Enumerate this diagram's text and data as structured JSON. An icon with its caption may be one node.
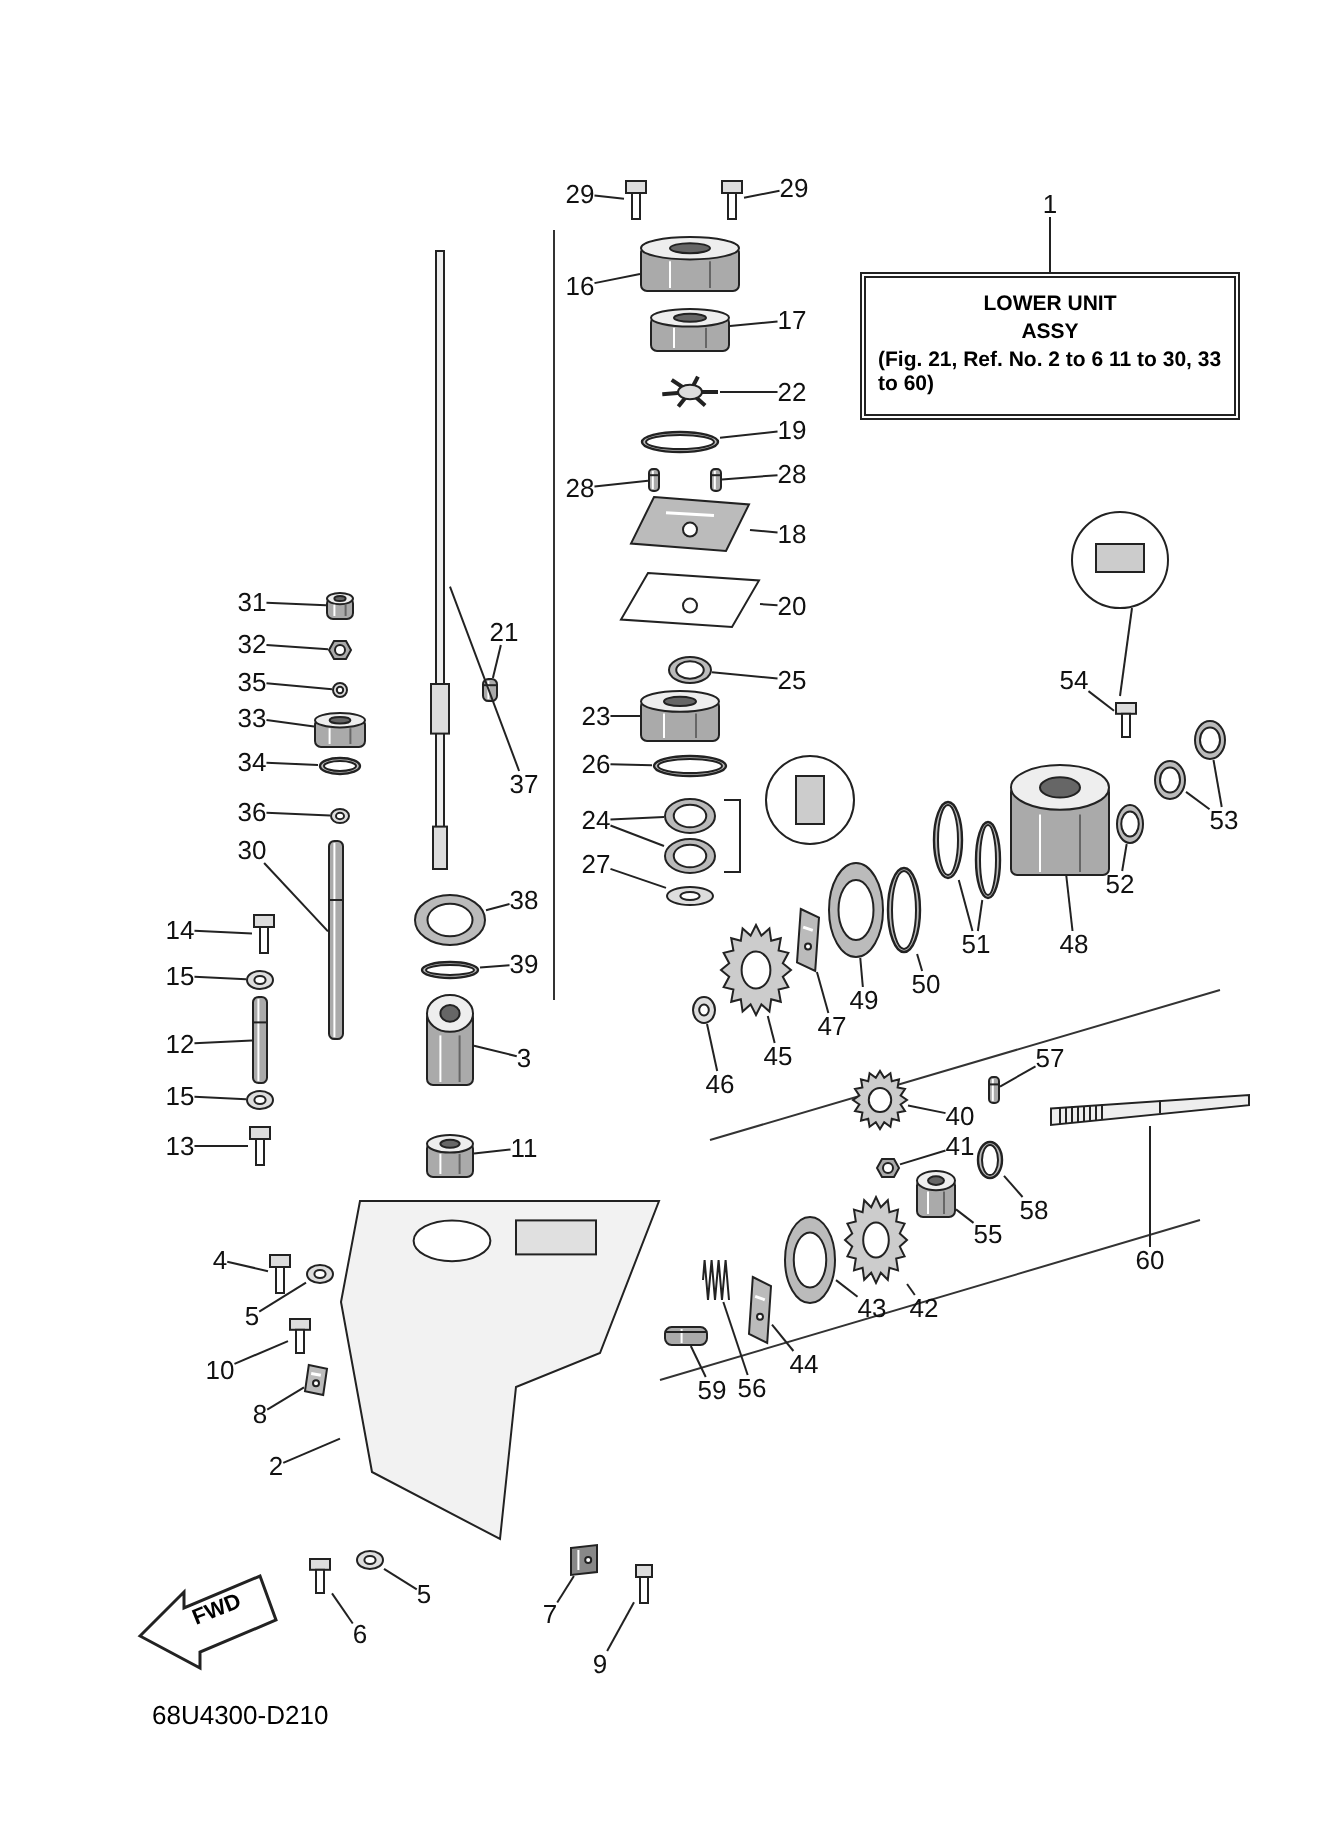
{
  "diagram": {
    "nodes": [
      {
        "text": [
          "29"
        ]
      },
      {
        "text": [
          "29"
        ]
      },
      {
        "text": [
          "1"
        ]
      },
      {
        "text": [
          "16"
        ]
      },
      {
        "text": [
          "17"
        ]
      },
      {
        "text": [
          "22"
        ]
      },
      {
        "text": [
          "19"
        ]
      },
      {
        "text": [
          "28"
        ]
      },
      {
        "text": [
          "28"
        ]
      },
      {
        "text": [
          "18"
        ]
      },
      {
        "text": [
          "20"
        ]
      },
      {
        "text": [
          "21"
        ]
      },
      {
        "text": [
          "31"
        ]
      },
      {
        "text": [
          "32"
        ]
      },
      {
        "text": [
          "54"
        ]
      },
      {
        "text": [
          "25"
        ]
      },
      {
        "text": [
          "35"
        ]
      },
      {
        "text": [
          "23"
        ]
      },
      {
        "text": [
          "33"
        ]
      },
      {
        "text": [
          "26"
        ]
      },
      {
        "text": [
          "34"
        ]
      },
      {
        "text": [
          "37"
        ]
      },
      {
        "text": [
          "36"
        ]
      },
      {
        "text": [
          "53"
        ]
      },
      {
        "text": [
          "24"
        ]
      },
      {
        "text": [
          "52"
        ]
      },
      {
        "text": [
          "30"
        ]
      },
      {
        "text": [
          "27"
        ]
      },
      {
        "text": [
          "38"
        ]
      },
      {
        "text": [
          "14"
        ]
      },
      {
        "text": [
          "51"
        ]
      },
      {
        "text": [
          "48"
        ]
      },
      {
        "text": [
          "39"
        ]
      },
      {
        "text": [
          "50"
        ]
      },
      {
        "text": [
          "15"
        ]
      },
      {
        "text": [
          "49"
        ]
      },
      {
        "text": [
          "47"
        ]
      },
      {
        "text": [
          "12"
        ]
      },
      {
        "text": [
          "45"
        ]
      },
      {
        "text": [
          "3"
        ]
      },
      {
        "text": [
          "57"
        ]
      },
      {
        "text": [
          "46"
        ]
      },
      {
        "text": [
          "15"
        ]
      },
      {
        "text": [
          "40"
        ]
      },
      {
        "text": [
          "13"
        ]
      },
      {
        "text": [
          "41"
        ]
      },
      {
        "text": [
          "11"
        ]
      },
      {
        "text": [
          "58"
        ]
      },
      {
        "text": [
          "55"
        ]
      },
      {
        "text": [
          "4"
        ]
      },
      {
        "text": [
          "60"
        ]
      },
      {
        "text": [
          "42"
        ]
      },
      {
        "text": [
          "43"
        ]
      },
      {
        "text": [
          "5"
        ]
      },
      {
        "text": [
          "44"
        ]
      },
      {
        "text": [
          "56"
        ]
      },
      {
        "text": [
          "10"
        ]
      },
      {
        "text": [
          "59"
        ]
      },
      {
        "text": [
          "8"
        ]
      },
      {
        "text": [
          "2"
        ]
      },
      {
        "text": [
          "5"
        ]
      },
      {
        "text": [
          "7"
        ]
      },
      {
        "text": [
          "6"
        ]
      },
      {
        "text": [
          "9"
        ]
      },
      {
        "text": [
          "LOWER UNIT",
          "ASSY",
          "(Fig. 21, Ref. No. 2 to 6 11 to 30, 33 to 60)"
        ]
      },
      {
        "text": [],
        "shape": "picture"
      },
      {
        "text": [],
        "shape": "picture"
      },
      {
        "text": [],
        "shape": "picture"
      },
      {
        "text": [],
        "shape": "picture"
      },
      {
        "text": [],
        "shape": "picture"
      },
      {
        "text": [],
        "shape": "picture"
      },
      {
        "text": [],
        "shape": "picture"
      },
      {
        "text": [],
        "shape": "picture"
      },
      {
        "text": [],
        "shape": "picture"
      },
      {
        "text": [],
        "shape": "picture"
      },
      {
        "text": [],
        "shape": "picture"
      },
      {
        "text": [],
        "shape": "picture"
      },
      {
        "text": [],
        "shape": "picture"
      },
      {
        "text": [],
        "shape": "picture"
      },
      {
        "text": [],
        "shape": "picture"
      },
      {
        "text": [],
        "shape": "picture"
      },
      {
        "text": [],
        "shape": "picture"
      },
      {
        "text": [],
        "shape": "picture"
      },
      {
        "text": [],
        "shape": "picture"
      },
      {
        "text": [],
        "shape": "picture"
      },
      {
        "text": [],
        "shape": "picture"
      },
      {
        "text": [],
        "shape": "picture"
      },
      {
        "text": [],
        "shape": "picture"
      },
      {
        "text": [],
        "shape": "picture"
      },
      {
        "text": [],
        "shape": "picture"
      },
      {
        "text": [],
        "shape": "picture"
      },
      {
        "text": [],
        "shape": "picture"
      },
      {
        "text": [],
        "shape": "picture"
      },
      {
        "text": [],
        "shape": "picture"
      },
      {
        "text": [],
        "shape": "picture"
      },
      {
        "text": [],
        "shape": "picture"
      },
      {
        "text": [],
        "shape": "picture"
      },
      {
        "text": [],
        "shape": "picture"
      },
      {
        "text": [],
        "shape": "picture"
      },
      {
        "text": [],
        "shape": "picture"
      },
      {
        "text": [],
        "shape": "picture"
      },
      {
        "text": [],
        "shape": "picture"
      },
      {
        "text": [],
        "shape": "picture"
      },
      {
        "text": [],
        "shape": "picture"
      },
      {
        "text": [],
        "shape": "picture"
      },
      {
        "text": [],
        "shape": "picture"
      },
      {
        "text": [],
        "shape": "picture"
      },
      {
        "text": [],
        "shape": "picture"
      },
      {
        "text": [],
        "shape": "picture"
      },
      {
        "text": [],
        "shape": "picture"
      },
      {
        "text": [],
        "shape": "picture"
      },
      {
        "text": [],
        "shape": "picture"
      },
      {
        "text": [],
        "shape": "picture"
      },
      {
        "text": [],
        "shape": "picture"
      },
      {
        "text": [],
        "shape": "picture"
      },
      {
        "text": [],
        "shape": "picture"
      },
      {
        "text": [],
        "shape": "picture"
      },
      {
        "text": [],
        "shape": "picture"
      },
      {
        "text": [],
        "shape": "picture"
      },
      {
        "text": [],
        "shape": "picture"
      },
      {
        "text": [],
        "shape": "picture"
      },
      {
        "text": [],
        "shape": "picture"
      },
      {
        "text": [],
        "shape": "picture"
      },
      {
        "text": [],
        "shape": "picture"
      },
      {
        "text": [],
        "shape": "picture"
      },
      {
        "text": [],
        "shape": "picture"
      },
      {
        "text": [],
        "shape": "picture"
      },
      {
        "text": [],
        "shape": "picture"
      },
      {
        "text": [],
        "shape": "picture"
      },
      {
        "text": [],
        "shape": "picture"
      },
      {
        "text": [],
        "shape": "picture"
      }
    ],
    "edges": [
      {
        "from": 0,
        "to": 65,
        "arrow": "none"
      },
      {
        "from": 1,
        "to": 66,
        "arrow": "none"
      },
      {
        "from": 2,
        "to": 64,
        "arrow": "none"
      },
      {
        "from": 3,
        "to": 67,
        "arrow": "none"
      },
      {
        "from": 4,
        "to": 68,
        "arrow": "none"
      },
      {
        "from": 5,
        "to": 69,
        "arrow": "none"
      },
      {
        "from": 6,
        "to": 70,
        "arrow": "none"
      },
      {
        "from": 7,
        "to": 71,
        "arrow": "none"
      },
      {
        "from": 8,
        "to": 72,
        "arrow": "none"
      },
      {
        "from": 9,
        "to": 73,
        "arrow": "none"
      },
      {
        "from": 10,
        "to": 74,
        "arrow": "none"
      },
      {
        "from": 11,
        "to": 75,
        "arrow": "none"
      },
      {
        "from": 12,
        "to": 76,
        "arrow": "none"
      },
      {
        "from": 13,
        "to": 77,
        "arrow": "none"
      },
      {
        "from": 14,
        "to": 78,
        "arrow": "none"
      },
      {
        "from": 15,
        "to": 79,
        "arrow": "none"
      },
      {
        "from": 16,
        "to": 80,
        "arrow": "none"
      },
      {
        "from": 17,
        "to": 81,
        "arrow": "none"
      },
      {
        "from": 18,
        "to": 82,
        "arrow": "none"
      },
      {
        "from": 19,
        "to": 83,
        "arrow": "none"
      },
      {
        "from": 20,
        "to": 84,
        "arrow": "none"
      },
      {
        "from": 21,
        "to": 85,
        "arrow": "none"
      },
      {
        "from": 22,
        "to": 86,
        "arrow": "none"
      },
      {
        "from": 23,
        "to": 87,
        "arrow": "none"
      },
      {
        "from": 23,
        "to": 88,
        "arrow": "none"
      },
      {
        "from": 24,
        "to": 89,
        "arrow": "none"
      },
      {
        "from": 24,
        "to": 90,
        "arrow": "none"
      },
      {
        "from": 25,
        "to": 91,
        "arrow": "none"
      },
      {
        "from": 26,
        "to": 92,
        "arrow": "none"
      },
      {
        "from": 27,
        "to": 93,
        "arrow": "none"
      },
      {
        "from": 28,
        "to": 94,
        "arrow": "none"
      },
      {
        "from": 29,
        "to": 95,
        "arrow": "none"
      },
      {
        "from": 30,
        "to": 96,
        "arrow": "none"
      },
      {
        "from": 30,
        "to": 97,
        "arrow": "none"
      },
      {
        "from": 31,
        "to": 98,
        "arrow": "none"
      },
      {
        "from": 32,
        "to": 99,
        "arrow": "none"
      },
      {
        "from": 33,
        "to": 100,
        "arrow": "none"
      },
      {
        "from": 34,
        "to": 101,
        "arrow": "none"
      },
      {
        "from": 35,
        "to": 102,
        "arrow": "none"
      },
      {
        "from": 36,
        "to": 103,
        "arrow": "none"
      },
      {
        "from": 37,
        "to": 104,
        "arrow": "none"
      },
      {
        "from": 38,
        "to": 105,
        "arrow": "none"
      },
      {
        "from": 39,
        "to": 106,
        "arrow": "none"
      },
      {
        "from": 40,
        "to": 107,
        "arrow": "none"
      },
      {
        "from": 41,
        "to": 108,
        "arrow": "none"
      },
      {
        "from": 42,
        "to": 109,
        "arrow": "none"
      },
      {
        "from": 43,
        "to": 110,
        "arrow": "none"
      },
      {
        "from": 44,
        "to": 111,
        "arrow": "none"
      },
      {
        "from": 45,
        "to": 112,
        "arrow": "none"
      },
      {
        "from": 46,
        "to": 113,
        "arrow": "none"
      },
      {
        "from": 47,
        "to": 114,
        "arrow": "none"
      },
      {
        "from": 48,
        "to": 115,
        "arrow": "none"
      },
      {
        "from": 49,
        "to": 116,
        "arrow": "none"
      },
      {
        "from": 50,
        "to": 117,
        "arrow": "none"
      },
      {
        "from": 51,
        "to": 118,
        "arrow": "none"
      },
      {
        "from": 52,
        "to": 119,
        "arrow": "none"
      },
      {
        "from": 53,
        "to": 120,
        "arrow": "none"
      },
      {
        "from": 54,
        "to": 121,
        "arrow": "none"
      },
      {
        "from": 55,
        "to": 122,
        "arrow": "none"
      },
      {
        "from": 56,
        "to": 123,
        "arrow": "none"
      },
      {
        "from": 57,
        "to": 124,
        "arrow": "none"
      },
      {
        "from": 58,
        "to": 125,
        "arrow": "none"
      },
      {
        "from": 59,
        "to": 126,
        "arrow": "none"
      },
      {
        "from": 60,
        "to": 128,
        "arrow": "none"
      },
      {
        "from": 61,
        "to": 127,
        "arrow": "none"
      },
      {
        "from": 62,
        "to": 129,
        "arrow": "none"
      },
      {
        "from": 63,
        "to": 130,
        "arrow": "none"
      }
    ],
    "labels": [
      "FWD",
      "68U4300-D210"
    ]
  }
}
